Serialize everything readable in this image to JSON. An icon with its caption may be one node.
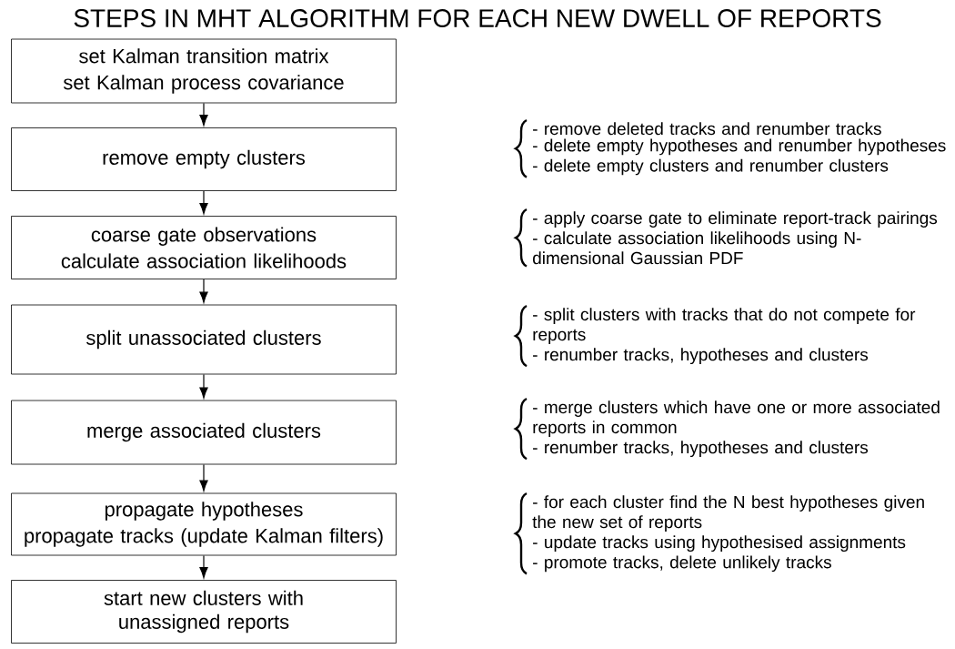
{
  "diagram": {
    "title": "STEPS IN MHT ALGORITHM FOR EACH NEW DWELL OF REPORTS",
    "nodes": [
      {
        "text": [
          "set Kalman transition matrix",
          "set Kalman process covariance"
        ]
      },
      {
        "text": [
          "remove empty clusters"
        ],
        "beside": [
          "- remove deleted tracks and renumber tracks",
          "- delete empty hypotheses and renumber hypotheses",
          "- delete empty clusters and renumber clusters"
        ]
      },
      {
        "text": [
          "coarse gate observations",
          "calculate association likelihoods"
        ],
        "beside": [
          "- apply coarse gate to eliminate report-track pairings",
          "- calculate association likelihoods using N-dimensional Gaussian PDF"
        ]
      },
      {
        "text": [
          "split unassociated clusters"
        ],
        "beside": [
          "- split clusters with tracks that do not compete for reports",
          "- renumber tracks, hypotheses and clusters"
        ]
      },
      {
        "text": [
          "merge associated clusters"
        ],
        "beside": [
          "- merge clusters which have one or more associated reports in common",
          "- renumber tracks, hypotheses and clusters"
        ]
      },
      {
        "text": [
          "propagate hypotheses",
          "propagate tracks (update Kalman filters)"
        ],
        "beside": [
          "- for each cluster find the N best hypotheses given the new set of reports",
          "- update tracks using hypothesised assignments",
          "- promote tracks, delete unlikely tracks"
        ]
      },
      {
        "text": [
          "start new clusters with unassigned reports"
        ]
      }
    ],
    "edges": [
      {
        "from": 0,
        "to": 1,
        "arrow": "to"
      },
      {
        "from": 1,
        "to": 2,
        "arrow": "to"
      },
      {
        "from": 2,
        "to": 3,
        "arrow": "to"
      },
      {
        "from": 3,
        "to": 4,
        "arrow": "to"
      },
      {
        "from": 4,
        "to": 5,
        "arrow": "to"
      },
      {
        "from": 5,
        "to": 6,
        "arrow": "to"
      }
    ]
  }
}
